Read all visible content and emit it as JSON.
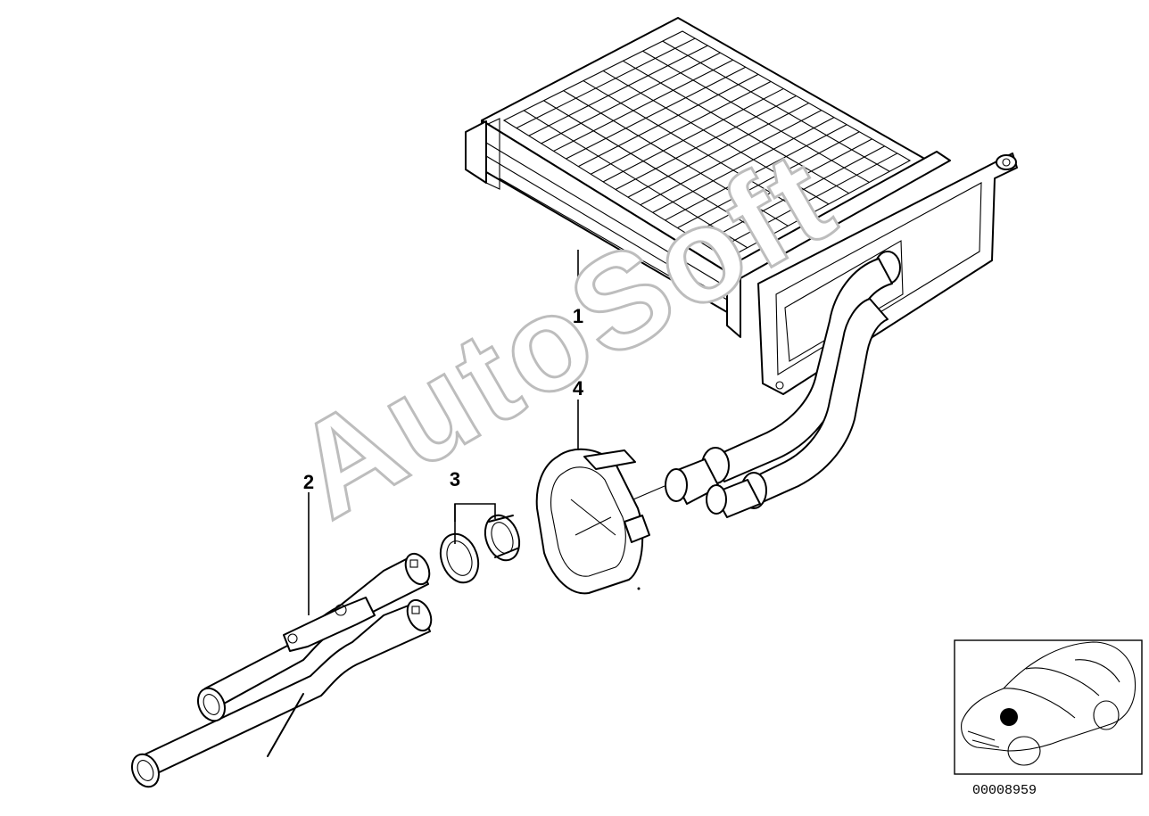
{
  "watermark": "AutoSoft",
  "callouts": {
    "p1": "1",
    "p2": "2",
    "p3": "3",
    "p4": "4"
  },
  "document_id": "00008959",
  "icons": {
    "vehicle_locator": "car-locator-icon"
  },
  "colors": {
    "line": "#000000",
    "background": "#ffffff",
    "watermark_outline": "#bdbdbd"
  }
}
